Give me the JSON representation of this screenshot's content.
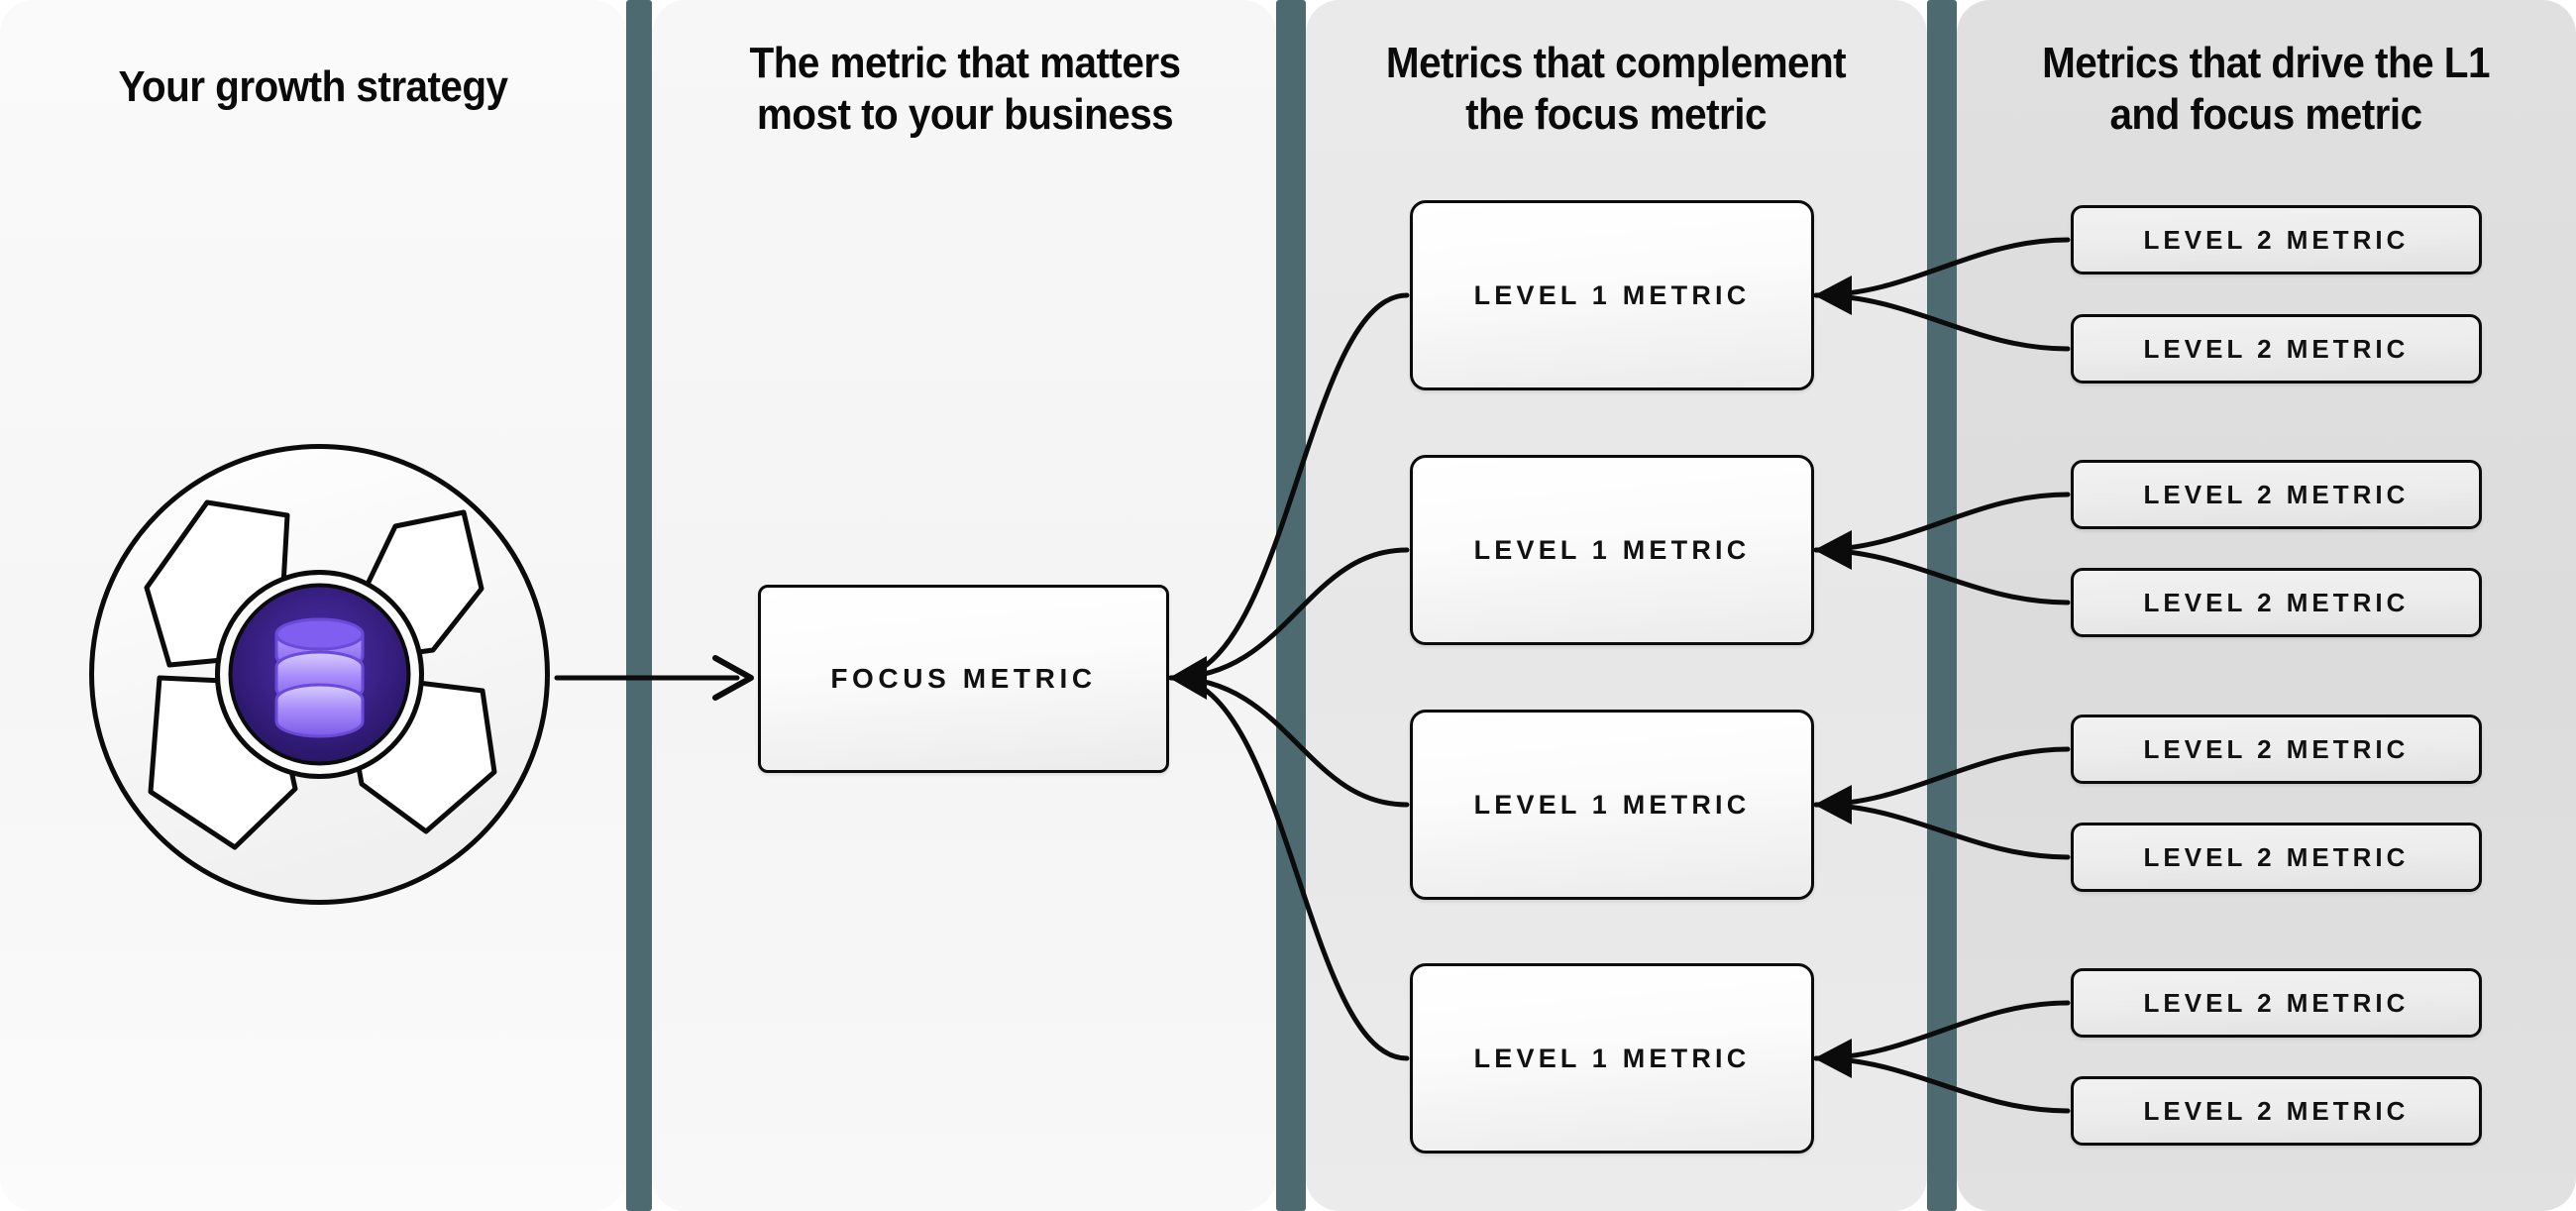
{
  "columns": [
    {
      "title": "Your growth strategy"
    },
    {
      "title": "The metric that matters\nmost to your business"
    },
    {
      "title": "Metrics that complement\nthe focus metric"
    },
    {
      "title": "Metrics that drive the L1\nand focus metric"
    }
  ],
  "logo": {
    "name": "aperture-database-logo",
    "center_circle_color": "#2e1a6e",
    "database_icon_color": "#a78bfa",
    "outline_color": "#0b0b0b"
  },
  "focus": {
    "label": "FOCUS METRIC"
  },
  "level1": [
    {
      "label": "LEVEL 1 METRIC"
    },
    {
      "label": "LEVEL 1 METRIC"
    },
    {
      "label": "LEVEL 1 METRIC"
    },
    {
      "label": "LEVEL 1 METRIC"
    }
  ],
  "level2": [
    {
      "label": "LEVEL 2 METRIC"
    },
    {
      "label": "LEVEL 2 METRIC"
    },
    {
      "label": "LEVEL 2 METRIC"
    },
    {
      "label": "LEVEL 2 METRIC"
    },
    {
      "label": "LEVEL 2 METRIC"
    },
    {
      "label": "LEVEL 2 METRIC"
    },
    {
      "label": "LEVEL 2 METRIC"
    },
    {
      "label": "LEVEL 2 METRIC"
    }
  ],
  "colors": {
    "divider": "#4d6a70",
    "panel_1": "#f7f7f7",
    "panel_2": "#f5f5f5",
    "panel_3": "#e8e8e8",
    "panel_4": "#dedede",
    "stroke": "#0b0b0b",
    "text": "#0a0a0a"
  }
}
